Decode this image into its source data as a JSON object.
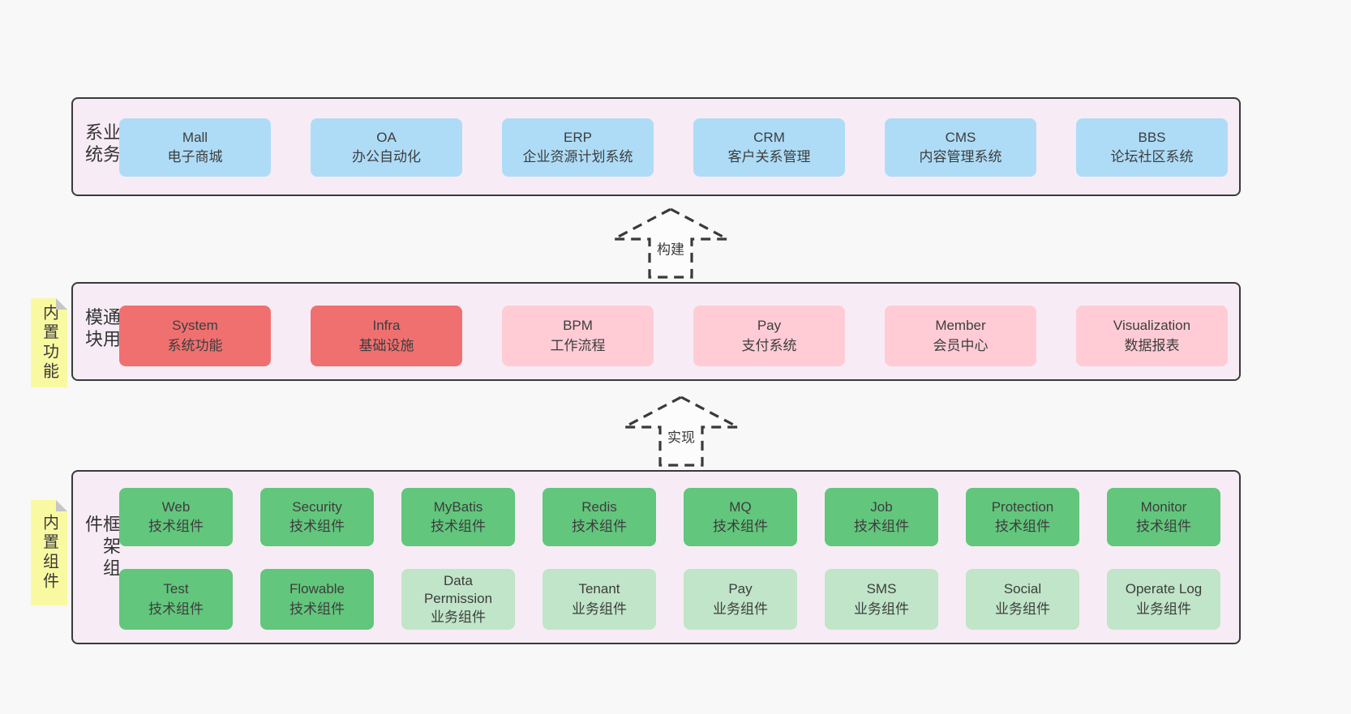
{
  "colors": {
    "page_bg": "#f8f8f8",
    "panel_bg": "#f7ecf5",
    "panel_border": "#3a3a3a",
    "blue_box": "#aedcf7",
    "red_box": "#f07070",
    "pink_box": "#ffccd5",
    "green_box": "#62c67c",
    "light_green_box": "#c0e5c8",
    "sticky_yellow": "#f9f9a2",
    "fold_gray": "#c6c6c6",
    "text": "#3d3d3d"
  },
  "layers": [
    {
      "label": "业务系统",
      "boxes": [
        {
          "title": "Mall",
          "subtitle": "电子商城"
        },
        {
          "title": "OA",
          "subtitle": "办公自动化"
        },
        {
          "title": "ERP",
          "subtitle": "企业资源计划系统"
        },
        {
          "title": "CRM",
          "subtitle": "客户关系管理"
        },
        {
          "title": "CMS",
          "subtitle": "内容管理系统"
        },
        {
          "title": "BBS",
          "subtitle": "论坛社区系统"
        }
      ]
    },
    {
      "label": "通用模块",
      "sticky": "内置功能",
      "boxes": [
        {
          "title": "System",
          "subtitle": "系统功能",
          "variant": "red"
        },
        {
          "title": "Infra",
          "subtitle": "基础设施",
          "variant": "red"
        },
        {
          "title": "BPM",
          "subtitle": "工作流程",
          "variant": "pink"
        },
        {
          "title": "Pay",
          "subtitle": "支付系统",
          "variant": "pink"
        },
        {
          "title": "Member",
          "subtitle": "会员中心",
          "variant": "pink"
        },
        {
          "title": "Visualization",
          "subtitle": "数据报表",
          "variant": "pink"
        }
      ]
    },
    {
      "label": "框架组件",
      "sticky": "内置组件",
      "rows": [
        [
          {
            "title": "Web",
            "subtitle": "技术组件",
            "variant": "green"
          },
          {
            "title": "Security",
            "subtitle": "技术组件",
            "variant": "green"
          },
          {
            "title": "MyBatis",
            "subtitle": "技术组件",
            "variant": "green"
          },
          {
            "title": "Redis",
            "subtitle": "技术组件",
            "variant": "green"
          },
          {
            "title": "MQ",
            "subtitle": "技术组件",
            "variant": "green"
          },
          {
            "title": "Job",
            "subtitle": "技术组件",
            "variant": "green"
          },
          {
            "title": "Protection",
            "subtitle": "技术组件",
            "variant": "green"
          },
          {
            "title": "Monitor",
            "subtitle": "技术组件",
            "variant": "green"
          }
        ],
        [
          {
            "title": "Test",
            "subtitle": "技术组件",
            "variant": "green"
          },
          {
            "title": "Flowable",
            "subtitle": "技术组件",
            "variant": "green"
          },
          {
            "title": "Data\nPermission",
            "subtitle": "业务组件",
            "variant": "light_green"
          },
          {
            "title": "Tenant",
            "subtitle": "业务组件",
            "variant": "light_green"
          },
          {
            "title": "Pay",
            "subtitle": "业务组件",
            "variant": "light_green"
          },
          {
            "title": "SMS",
            "subtitle": "业务组件",
            "variant": "light_green"
          },
          {
            "title": "Social",
            "subtitle": "业务组件",
            "variant": "light_green"
          },
          {
            "title": "Operate Log",
            "subtitle": "业务组件",
            "variant": "light_green"
          }
        ]
      ]
    }
  ],
  "arrows": [
    {
      "label": "构建"
    },
    {
      "label": "实现"
    }
  ]
}
